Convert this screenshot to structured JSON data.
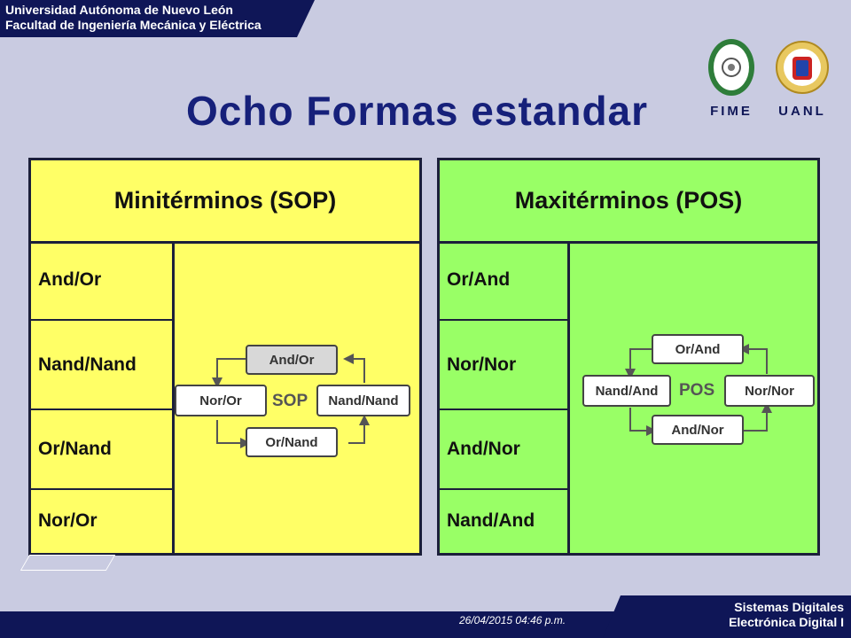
{
  "header": {
    "line1": "Universidad Autónoma de Nuevo León",
    "line2": "Facultad de Ingeniería Mecánica y Eléctrica"
  },
  "title": "Ocho Formas estandar",
  "logos": {
    "fime_label": "FIME",
    "uanl_label": "UANL"
  },
  "sop": {
    "heading": "Minitérminos (SOP)",
    "rows": [
      "And/Or",
      "Nand/Nand",
      "Or/Nand",
      "Nor/Or"
    ],
    "diagram": {
      "top": "And/Or",
      "left": "Nor/Or",
      "right": "Nand/Nand",
      "bottom": "Or/Nand",
      "center": "SOP"
    },
    "color": "#ffff66"
  },
  "pos": {
    "heading": "Maxitérminos (POS)",
    "rows": [
      "Or/And",
      "Nor/Nor",
      "And/Nor",
      "Nand/And"
    ],
    "diagram": {
      "top": "Or/And",
      "left": "Nand/And",
      "right": "Nor/Nor",
      "bottom": "And/Nor",
      "center": "POS"
    },
    "color": "#99ff66"
  },
  "footer": {
    "date": "26/04/2015 04:46 p.m.",
    "course_line1": "Sistemas Digitales",
    "course_line2": "Electrónica Digital I"
  }
}
